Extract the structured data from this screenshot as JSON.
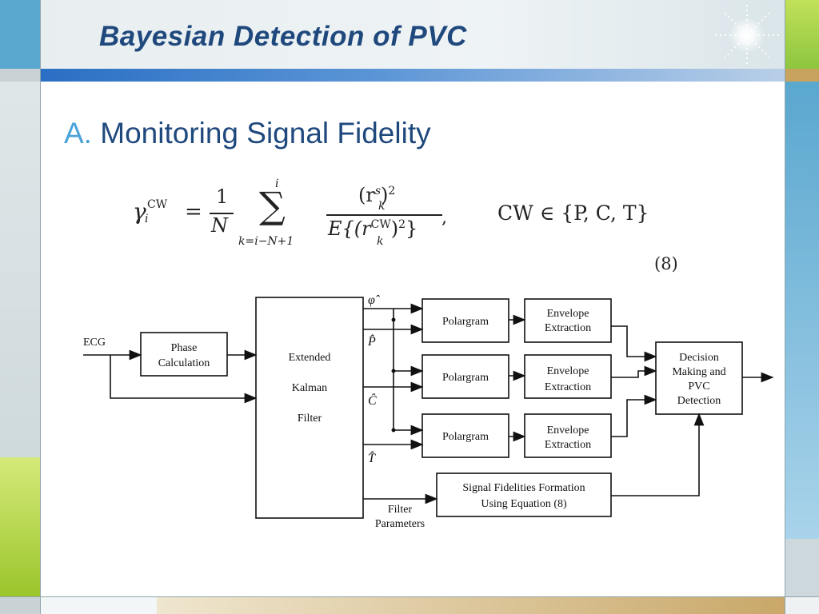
{
  "slide": {
    "title": "Bayesian Detection of  PVC",
    "section_letter": "A.",
    "section_text": "Monitoring Signal Fidelity"
  },
  "equation": {
    "lhs_symbol": "γ",
    "lhs_sub": "i",
    "lhs_sup": "CW",
    "equals": "=",
    "frac1_num": "1",
    "frac1_den": "N",
    "sum_symbol": "∑",
    "sum_upper": "i",
    "sum_lower": "k=i−N+1",
    "num_text": "(r",
    "num_sub": "k",
    "num_sup": "s",
    "num_tail": ")",
    "num_pow": "2",
    "den_text": "E{(r",
    "den_sub": "k",
    "den_sup": "CW",
    "den_tail": ")",
    "den_pow": "2",
    "den_close": "}",
    "comma": ",",
    "set_text": "CW ∈ {P, C, T}",
    "number": "(8)"
  },
  "diagram": {
    "input_label": "ECG",
    "phase_box": [
      "Phase",
      "Calculation"
    ],
    "ekf_box": [
      "Extended",
      "Kalman",
      "Filter"
    ],
    "outputs": [
      "φ̂",
      "P̂",
      "Ĉ",
      "T̂"
    ],
    "filter_params": [
      "Filter",
      "Parameters"
    ],
    "polargram_label": "Polargram",
    "envelope_label": [
      "Envelope",
      "Extraction"
    ],
    "decision_box": [
      "Decision",
      "Making and",
      "PVC",
      "Detection"
    ],
    "fidelity_box": [
      "Signal Fidelities Formation",
      "Using Equation (8)"
    ]
  }
}
